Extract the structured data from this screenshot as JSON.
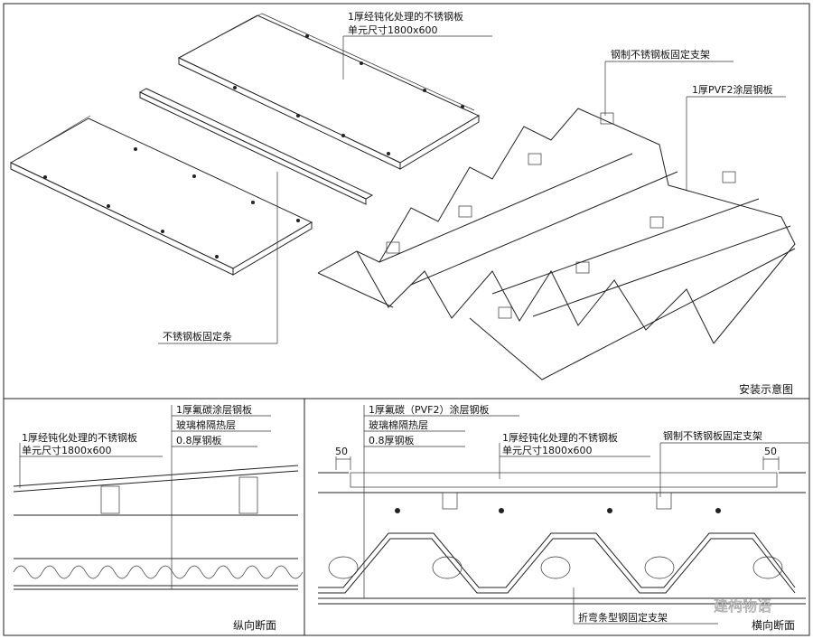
{
  "top": {
    "caption": "安装示意图",
    "label_panel_1": "1厚经钝化处理的不锈钢板",
    "label_panel_2": "单元尺寸1800x600",
    "label_bracket": "钢制不锈钢板固定支架",
    "label_pvf2": "1厚PVF2涂层钢板",
    "label_strip": "不锈钢板固定条"
  },
  "left": {
    "caption": "纵向断面",
    "label_a": "1厚氟碳涂层钢板",
    "label_b": "玻璃棉隔热层",
    "label_c": "0.8厚钢板",
    "label_d": "1厚经钝化处理的不锈钢板",
    "label_e": "单元尺寸1800x600"
  },
  "right": {
    "caption": "横向断面",
    "label_a": "1厚氟碳（PVF2）涂层钢板",
    "label_b": "玻璃棉隔热层",
    "label_c": "0.8厚钢板",
    "label_d": "1厚经钝化处理的不锈钢板",
    "label_e": "单元尺寸1800x600",
    "label_f": "钢制不锈钢板固定支架",
    "label_g": "折弯条型钢固定支架",
    "dim_left": "50",
    "dim_right": "50"
  },
  "watermark": "建构物语"
}
